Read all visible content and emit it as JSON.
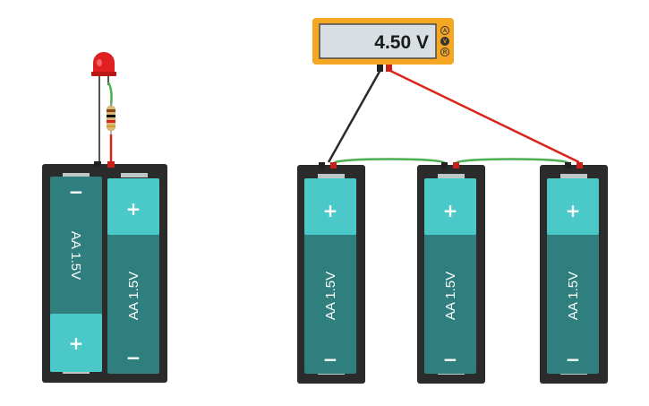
{
  "multimeter": {
    "reading": "4.50 V",
    "modes": [
      "A",
      "V",
      "R"
    ],
    "selected_mode": "V"
  },
  "double_holder": {
    "cells": [
      {
        "label": "AA 1.5V",
        "top_sign": "−",
        "bottom_sign": "+"
      },
      {
        "label": "AA 1.5V",
        "top_sign": "+",
        "bottom_sign": "−"
      }
    ]
  },
  "single_holders": [
    {
      "label": "AA 1.5V",
      "top_sign": "+",
      "bottom_sign": "−"
    },
    {
      "label": "AA 1.5V",
      "top_sign": "+",
      "bottom_sign": "−"
    },
    {
      "label": "AA 1.5V",
      "top_sign": "+",
      "bottom_sign": "−"
    }
  ],
  "colors": {
    "holder": "#2b2b2b",
    "battery": "#2e7f7d",
    "battery_cap": "#4bc8c8",
    "multimeter_body": "#f5a623",
    "wire_red": "#d9261c",
    "wire_black": "#2a2a2a",
    "wire_green": "#4caf50",
    "led": "#e02020"
  }
}
